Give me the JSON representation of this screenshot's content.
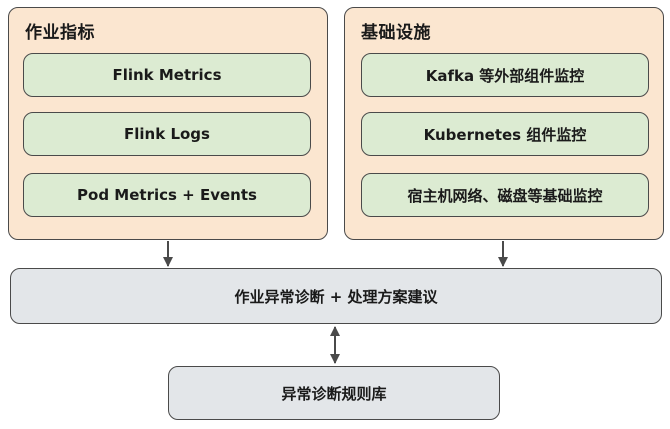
{
  "left_group": {
    "title": "作业指标",
    "items": [
      "Flink Metrics",
      "Flink Logs",
      "Pod Metrics + Events"
    ]
  },
  "right_group": {
    "title": "基础设施",
    "items": [
      "Kafka 等外部组件监控",
      "Kubernetes 组件监控",
      "宿主机网络、磁盘等基础监控"
    ]
  },
  "diagnosis": {
    "label": "作业异常诊断 + 处理方案建议"
  },
  "rules_db": {
    "label": "异常诊断规则库"
  }
}
